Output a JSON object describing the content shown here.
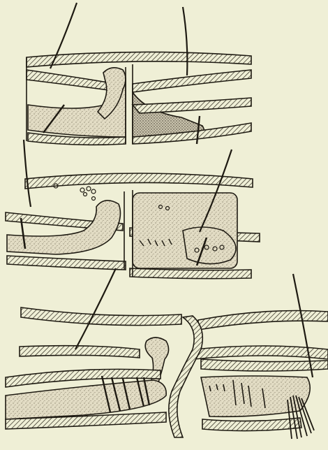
{
  "page": {
    "background": "#efefd6",
    "ink": "#1e1a12",
    "stipple": "#c9c3ad",
    "hatch": "#2a251a"
  },
  "panels": [
    {
      "name": "panel-top"
    },
    {
      "name": "panel-middle"
    },
    {
      "name": "panel-bottom"
    }
  ]
}
